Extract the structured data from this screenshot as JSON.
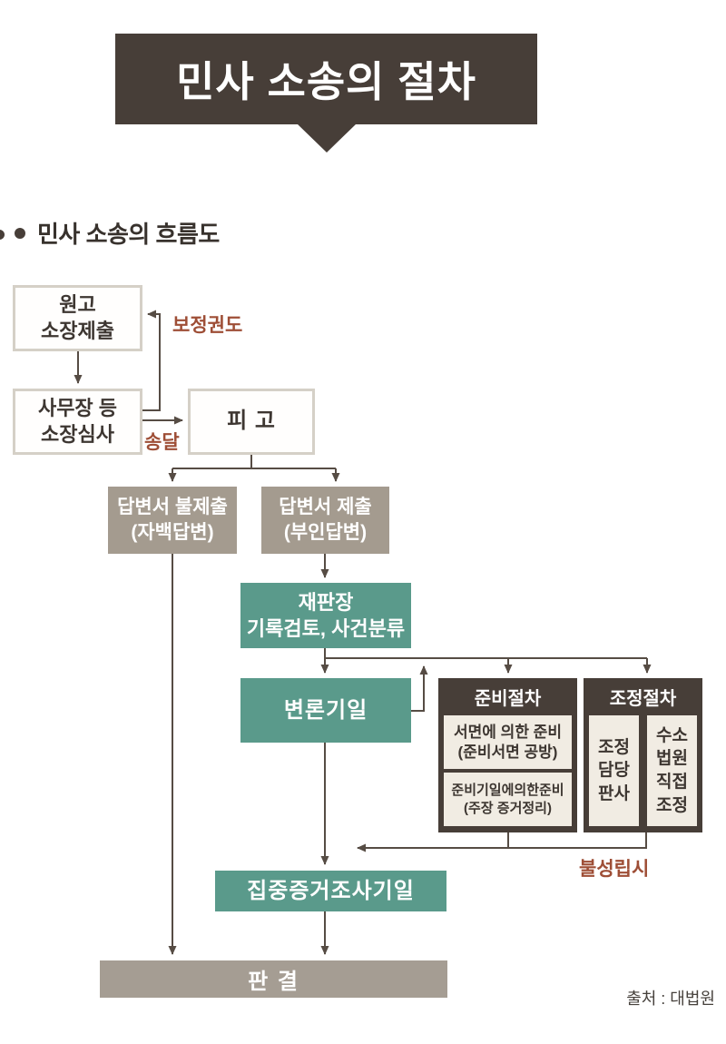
{
  "header": {
    "title": "민사 소송의 절차",
    "section_heading": "민사 소송의 흐름도"
  },
  "flowchart": {
    "nodes": {
      "plaintiff": [
        "원고",
        "소장제출"
      ],
      "review": [
        "사무장 등",
        "소장심사"
      ],
      "defendant": [
        "피 고"
      ],
      "no_answer": [
        "답변서 불제출",
        "(자백답변)"
      ],
      "answer": [
        "답변서 제출",
        "(부인답변)"
      ],
      "judge": [
        "재판장",
        "기록검토, 사건분류"
      ],
      "pleading": [
        "변론기일"
      ],
      "prep": {
        "header": "준비절차",
        "sub1": [
          "서면에 의한 준비",
          "(준비서면 공방)"
        ],
        "sub2": [
          "준비기일에의한준비",
          "(주장 증거정리)"
        ]
      },
      "mediation": {
        "header": "조정절차",
        "left": [
          "조정",
          "담당",
          "판사"
        ],
        "right": [
          "수소",
          "법원",
          "직접",
          "조정"
        ]
      },
      "evidence": [
        "집중증거조사기일"
      ],
      "verdict": [
        "판 결"
      ]
    },
    "labels": {
      "correction": "보정권도",
      "service": "송달",
      "failure": "불성립시"
    }
  },
  "footer": {
    "source": "출처 : 대법원"
  },
  "colors": {
    "banner_brown": "#473e38",
    "teal": "#5a9a8b",
    "warm_gray": "#a49b8f",
    "verdict_gray": "#a59d93",
    "beige": "#f1ece3",
    "outline_border": "#d5d0c7",
    "connector": "#564c44",
    "accent_red": "#9e4e36",
    "text_dark": "#3d3631"
  }
}
